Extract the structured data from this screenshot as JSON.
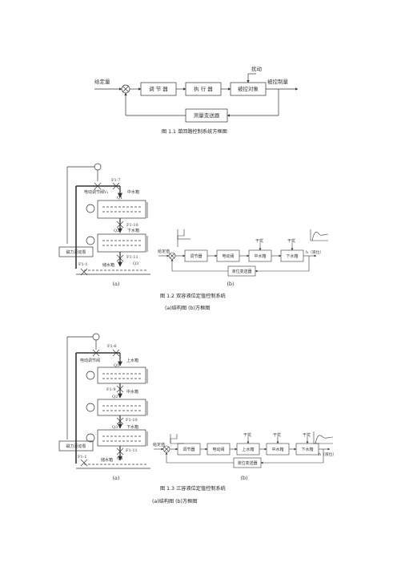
{
  "fig1": {
    "caption": "图 1.1  单回路控制系统方框图",
    "input": "给定量",
    "disturbance": "扰动",
    "output": "被控制量",
    "blocks": [
      "调 节 器",
      "执 行 器",
      "被控对象",
      "测量变送器"
    ]
  },
  "fig2": {
    "caption": "图 1.2  双容液位定值控制系统",
    "subcaption": "(a)结构图     (b)方框图",
    "a_labels": {
      "valve_top": "F1-7",
      "electric_valve": "电动调节阀V₁",
      "tank_mid": "中水箱",
      "q1": "Q1",
      "valve_10": "F1-10",
      "q2": "Q2",
      "tank_low": "下水箱",
      "valve_11": "F1-11",
      "q3": "Q3",
      "pump": "磁力驱动泵",
      "valve_1": "F1-1",
      "reservoir": "储水箱",
      "panel": "(a)"
    },
    "b_labels": {
      "input": "给定值",
      "blocks": [
        "调节器",
        "电动阀",
        "中水箱",
        "下水箱",
        "液位变送器"
      ],
      "dist1": "干扰",
      "dist2": "干扰",
      "output": "h（液位）",
      "panel": "(b)"
    }
  },
  "fig3": {
    "caption": "图 1.3  三容液位定值控制系统",
    "subcaption": "(a)结构图     (b)方框图",
    "a_labels": {
      "valve_top": "F1-6",
      "electric_valve": "电动调节阀",
      "tank_up": "上水箱",
      "q1": "Q1",
      "valve_9": "F1-9",
      "q2": "Q2",
      "tank_mid": "中水箱",
      "valve_10": "F1-10",
      "q3": "Q3",
      "tank_low": "下水箱",
      "valve_11": "F1-11",
      "q4": "Q4",
      "pump": "磁力驱动泵",
      "valve_1": "F1-1",
      "reservoir": "储水箱",
      "panel": "(a)"
    },
    "b_labels": {
      "input": "给定值",
      "blocks": [
        "调节器",
        "电动阀",
        "上水箱",
        "中水箱",
        "下水箱",
        "液位变送器"
      ],
      "dist1": "干扰",
      "dist2": "干扰",
      "dist3": "干扰",
      "output": "h（液位）",
      "panel": "(b)"
    }
  }
}
